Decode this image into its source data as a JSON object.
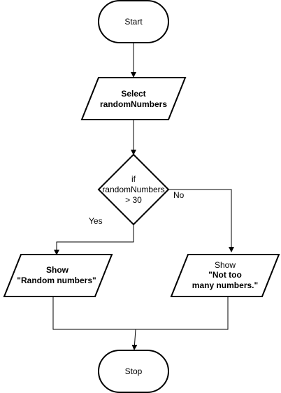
{
  "flowchart": {
    "start": {
      "label": "Start"
    },
    "select": {
      "line1": "Select",
      "line2": "randomNumbers"
    },
    "decision": {
      "line1": "if",
      "line2": "randomNumbers",
      "line3": "> 30"
    },
    "yes_label": "Yes",
    "no_label": "No",
    "show_yes": {
      "line1": "Show",
      "line2": "\"Random numbers\""
    },
    "show_no": {
      "line1": "Show",
      "line2": "\"Not too",
      "line3": "many numbers.\""
    },
    "stop": {
      "label": "Stop"
    }
  }
}
